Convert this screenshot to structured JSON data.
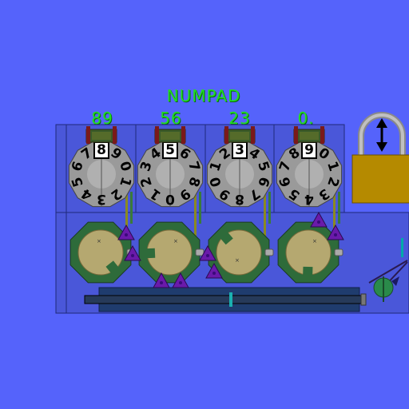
{
  "title": "NUMPAD",
  "colors": {
    "background": "#5563fb",
    "label_green": "#22dd22",
    "panel": "#4a57d9",
    "panel_stroke": "#1f2a7a",
    "dial_face": "#9a9a9a",
    "gear_green": "#2e6b3a",
    "cam_tan": "#b5a870",
    "marker_purple": "#6a1aaa",
    "lock_body": "#b58a00",
    "bar_dark": "#1f3c6e"
  },
  "wheels": [
    {
      "hint": "89",
      "current": "8",
      "digits": [
        "0",
        "1",
        "2",
        "3",
        "4",
        "5",
        "6",
        "7",
        "8",
        "9"
      ]
    },
    {
      "hint": "56",
      "current": "5",
      "digits": [
        "0",
        "1",
        "2",
        "3",
        "4",
        "5",
        "6",
        "7",
        "8",
        "9"
      ]
    },
    {
      "hint": "23",
      "current": "3",
      "digits": [
        "0",
        "1",
        "2",
        "3",
        "4",
        "5",
        "6",
        "7",
        "8",
        "9"
      ]
    },
    {
      "hint": "0.",
      "current": "9",
      "digits": [
        "0",
        "1",
        "2",
        "3",
        "4",
        "5",
        "6",
        "7",
        "8",
        "9"
      ]
    }
  ],
  "lock": {
    "state": "locked",
    "icon": "padlock-icon",
    "arrow_icon": "up-down-arrow-icon"
  }
}
